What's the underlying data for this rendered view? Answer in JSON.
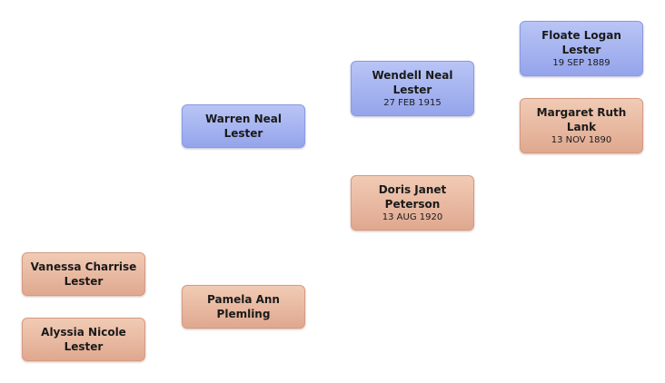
{
  "people": {
    "vanessa": {
      "name": "Vanessa Charrise Lester",
      "gender": "female"
    },
    "alyssia": {
      "name": "Alyssia Nicole Lester",
      "gender": "female"
    },
    "warren": {
      "name": "Warren Neal Lester",
      "gender": "male"
    },
    "pamela": {
      "name": "Pamela Ann Plemling",
      "gender": "female"
    },
    "wendell": {
      "name": "Wendell Neal Lester",
      "date": "27 FEB 1915",
      "gender": "male"
    },
    "doris": {
      "name": "Doris Janet Peterson",
      "date": "13 AUG 1920",
      "gender": "female"
    },
    "floate": {
      "name": "Floate Logan Lester",
      "date": "19 SEP 1889",
      "gender": "male"
    },
    "margaret": {
      "name": "Margaret Ruth Lank",
      "date": "13 NOV 1890",
      "gender": "female"
    }
  },
  "colors": {
    "male_box": "#a5b3f0",
    "female_box": "#e8b8a0"
  }
}
